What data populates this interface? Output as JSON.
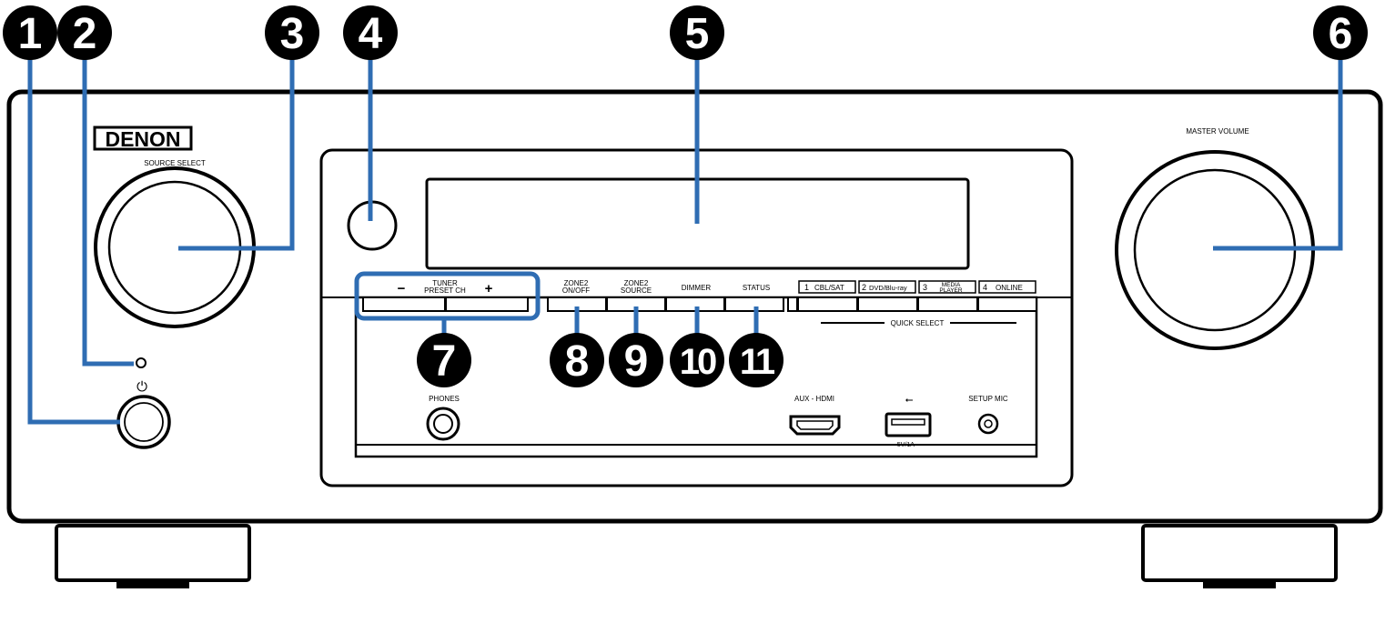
{
  "brand": {
    "logo_text": "DENON"
  },
  "labels": {
    "source_select": "SOURCE SELECT",
    "master_volume": "MASTER VOLUME",
    "tuner_line1": "TUNER",
    "tuner_line2": "PRESET CH",
    "tuner_minus": "−",
    "tuner_plus": "+",
    "zone2_onoff_line1": "ZONE2",
    "zone2_onoff_line2": "ON/OFF",
    "zone2_source_line1": "ZONE2",
    "zone2_source_line2": "SOURCE",
    "dimmer": "DIMMER",
    "status": "STATUS",
    "quick_select": "QUICK SELECT",
    "phones": "PHONES",
    "aux_hdmi": "AUX - HDMI",
    "usb_rating": "5V/1A ⎓",
    "setup_mic": "SETUP MIC",
    "power_symbol": "⏻",
    "usb_symbol": "⭠"
  },
  "quick_select_buttons": [
    {
      "num": "1",
      "label": "CBL/SAT"
    },
    {
      "num": "2",
      "label": "DVD/Blu-ray"
    },
    {
      "num": "3",
      "label_line1": "MEDIA",
      "label_line2": "PLAYER"
    },
    {
      "num": "4",
      "label": "ONLINE"
    }
  ],
  "callouts": [
    "1",
    "2",
    "3",
    "4",
    "5",
    "6",
    "7",
    "8",
    "9",
    "10",
    "11"
  ],
  "colors": {
    "callout_line": "#2f6db3",
    "callout_badge": "#000000",
    "outline": "#000000"
  }
}
